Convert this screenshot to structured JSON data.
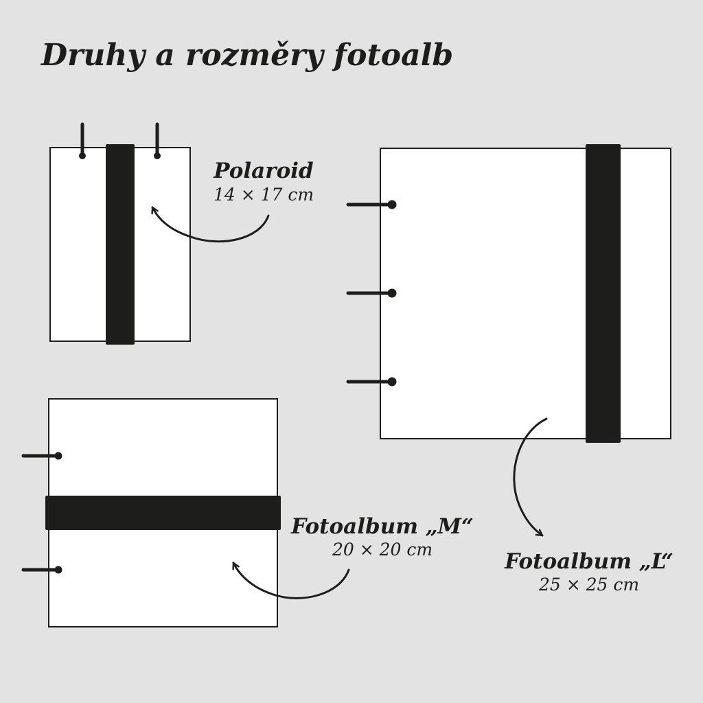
{
  "title": "Druhy a rozměry fotoalb",
  "colors": {
    "background": "#e3e3e3",
    "ink": "#1d1d1b",
    "page": "#ffffff"
  },
  "albums": [
    {
      "name": "Polaroid",
      "size": "14 × 17 cm"
    },
    {
      "name": "Fotoalbum „M“",
      "size": "20 × 20 cm"
    },
    {
      "name": "Fotoalbum „L“",
      "size": "25 × 25 cm"
    }
  ]
}
